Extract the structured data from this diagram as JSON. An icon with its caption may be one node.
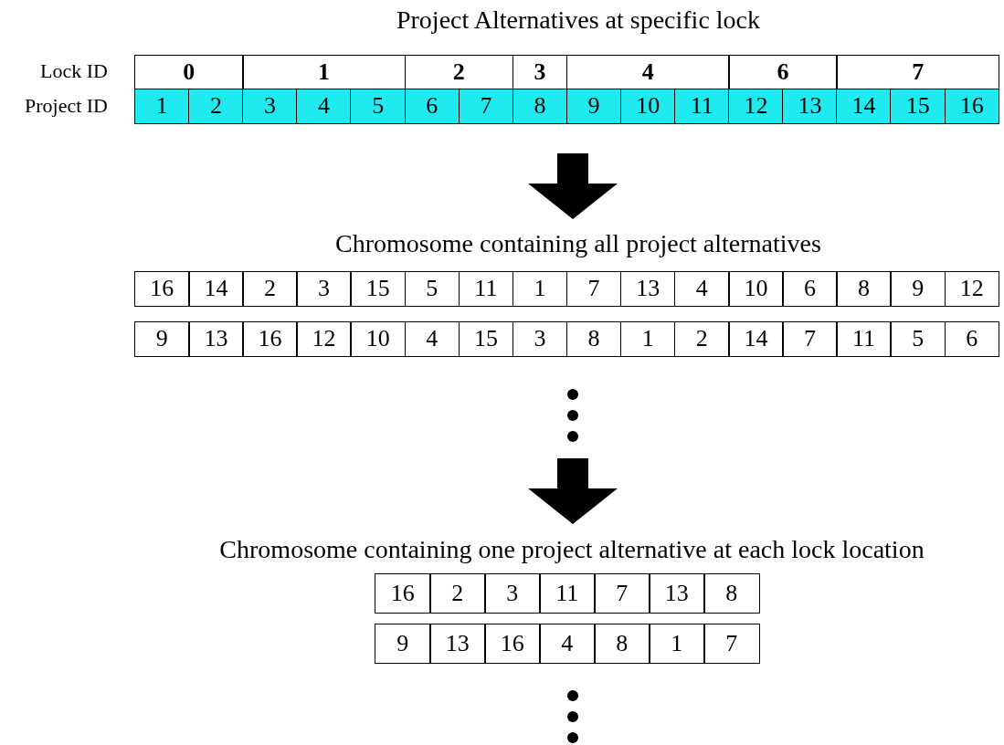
{
  "diagram": {
    "labels": [
      "Project Alternatives at specific lock",
      "Lock ID",
      "0",
      "1",
      "2",
      "3",
      "4",
      "6",
      "7",
      "Project ID",
      "1",
      "2",
      "3",
      "4",
      "5",
      "6",
      "7",
      "8",
      "9",
      "10",
      "11",
      "12",
      "13",
      "14",
      "15",
      "16",
      "Chromosome containing all project alternatives",
      "16",
      "14",
      "2",
      "3",
      "15",
      "5",
      "11",
      "1",
      "7",
      "13",
      "4",
      "10",
      "6",
      "8",
      "9",
      "12",
      "9",
      "13",
      "16",
      "12",
      "10",
      "4",
      "15",
      "3",
      "8",
      "1",
      "2",
      "14",
      "7",
      "11",
      "5",
      "6",
      "Chromosome containing one project alternative at each lock location",
      "16",
      "2",
      "3",
      "11",
      "7",
      "13",
      "8",
      "9",
      "13",
      "16",
      "4",
      "8",
      "1",
      "7"
    ]
  }
}
